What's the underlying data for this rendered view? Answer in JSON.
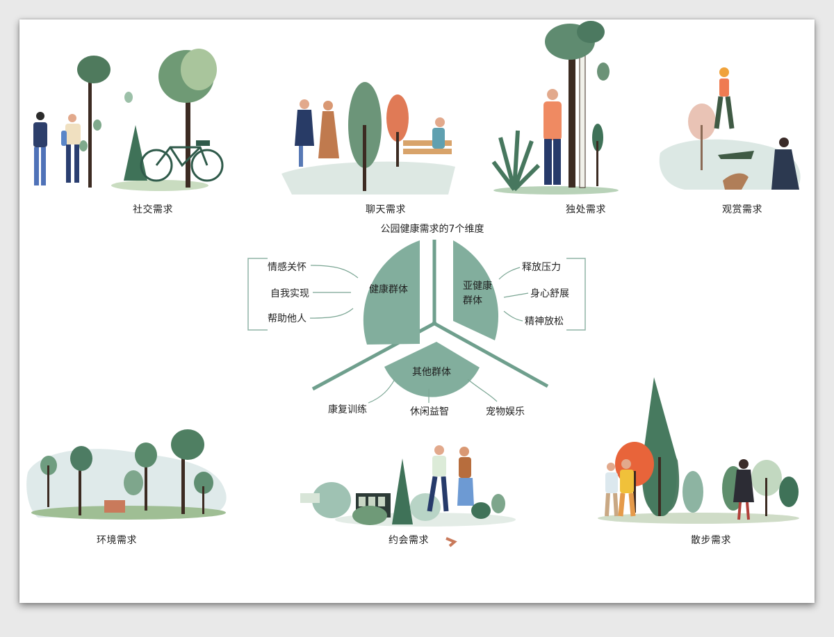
{
  "scenes": [
    {
      "id": "social",
      "caption": "社交需求"
    },
    {
      "id": "chat",
      "caption": "聊天需求"
    },
    {
      "id": "solitude",
      "caption": "独处需求"
    },
    {
      "id": "viewing",
      "caption": "观赏需求"
    },
    {
      "id": "environment",
      "caption": "环境需求"
    },
    {
      "id": "dating",
      "caption": "约会需求"
    },
    {
      "id": "walking",
      "caption": "散步需求"
    }
  ],
  "diagram": {
    "title": "公园健康需求的7个维度",
    "groups": {
      "healthy": {
        "name": "健康群体",
        "items": [
          "情感关怀",
          "自我实现",
          "帮助他人"
        ]
      },
      "subhealthy": {
        "name_line1": "亚健康",
        "name_line2": "群体",
        "items": [
          "释放压力",
          "身心舒展",
          "精神放松"
        ]
      },
      "other": {
        "name": "其他群体",
        "items": [
          "康复训练",
          "休闲益智",
          "宠物娱乐"
        ]
      }
    },
    "colors": {
      "sector": "#82ae9d",
      "line": "#6f9f8d",
      "bracket": "#8fb4a6"
    }
  }
}
